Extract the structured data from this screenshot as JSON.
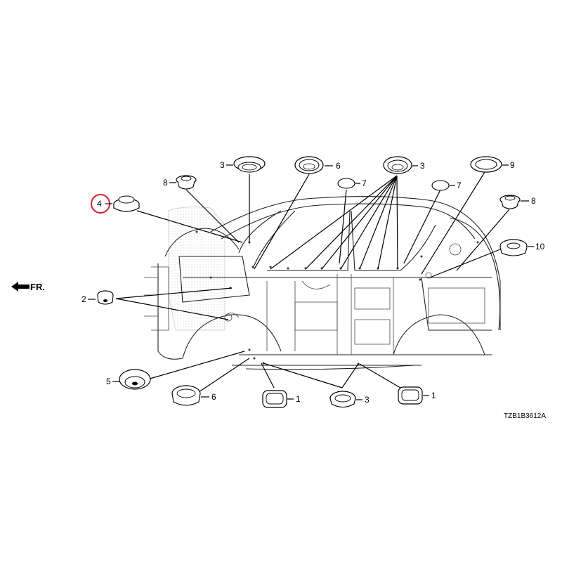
{
  "direction_label": "FR.",
  "diagram_code": "TZB1B3612A",
  "highlight_color": "#d0202a",
  "callouts": {
    "c4": "4",
    "c8_left": "8",
    "c3_top_left": "3",
    "c6_top": "6",
    "c3_top_right": "3",
    "c9": "9",
    "c7_left": "7",
    "c7_right": "7",
    "c8_right": "8",
    "c10": "10",
    "c2": "2",
    "c5": "5",
    "c6_bottom": "6",
    "c1_left": "1",
    "c3_bottom": "3",
    "c1_right": "1"
  }
}
